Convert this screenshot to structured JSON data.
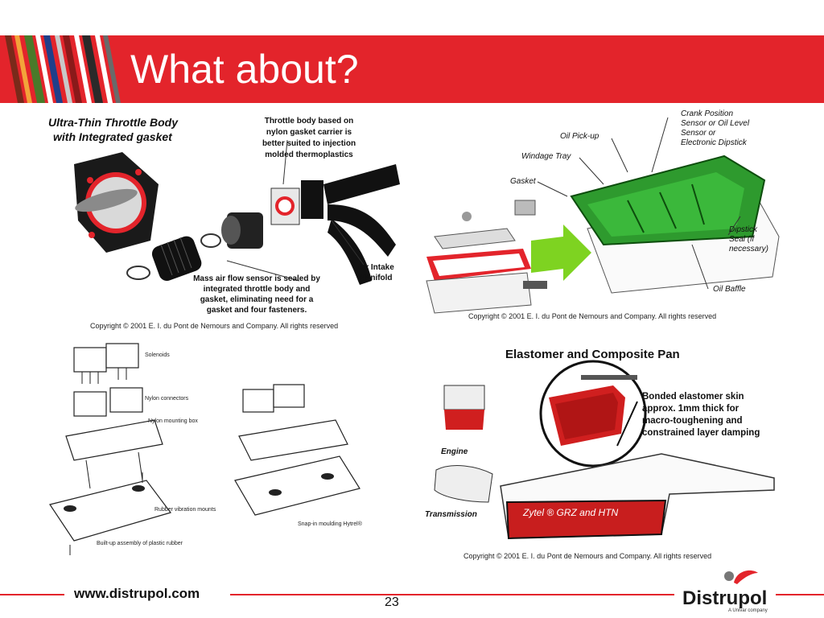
{
  "slide": {
    "title": "What about?",
    "page_number": "23",
    "website": "www.distrupol.com",
    "logo_text": "Distrupol",
    "logo_subtitle": "A Univar company",
    "accent_color": "#e3242b"
  },
  "throttle_panel": {
    "heading_line1": "Ultra-Thin Throttle Body",
    "heading_line2": "with Integrated gasket",
    "note1_lines": [
      "Throttle body based on",
      "nylon gasket carrier is",
      "better suited to injection",
      "molded thermoplastics"
    ],
    "note2_lines": [
      "Mass air flow sensor is sealed by",
      "integrated throttle body and",
      "gasket, eliminating need for a",
      "gasket and four fasteners."
    ],
    "air_intake_lines": [
      "Air Intake",
      "Manifold"
    ],
    "copyright": "Copyright © 2001 E. I. du Pont de Nemours and Company. All rights reserved"
  },
  "oilpan_panel": {
    "labels": {
      "crank_lines": [
        "Crank Position",
        "Sensor or Oil Level",
        "Sensor     or",
        "Electronic Dipstick"
      ],
      "oil_pickup": "Oil Pick-up",
      "windage_tray": "Windage Tray",
      "gasket": "Gasket",
      "dipstick_lines": [
        "Dipstick",
        "Seal (if",
        "necessary)"
      ],
      "oil_baffle": "Oil Baffle"
    },
    "copyright": "Copyright © 2001 E. I. du Pont de Nemours and Company. All rights reserved"
  },
  "relay_panel": {
    "labels": {
      "solenoids": "Solenoids",
      "nylon_connectors": "Nylon connectors",
      "nylon_mounting_box": "Nylon mounting box",
      "rubber_mounts": "Rubber vibration mounts",
      "built_up": "Built-up assembly of plastic rubber",
      "snap_in": "Snap-in moulding Hytrel®"
    }
  },
  "composite_panel": {
    "heading": "Elastomer and Composite Pan",
    "bonded_lines": [
      "Bonded elastomer skin",
      "approx. 1mm thick for",
      "macro-toughening and",
      "constrained layer damping"
    ],
    "engine": "Engine",
    "transmission": "Transmission",
    "pan_label": "Zytel ® GRZ and HTN",
    "copyright": "Copyright © 2001 E. I. du Pont de Nemours and Company. All rights reserved"
  }
}
